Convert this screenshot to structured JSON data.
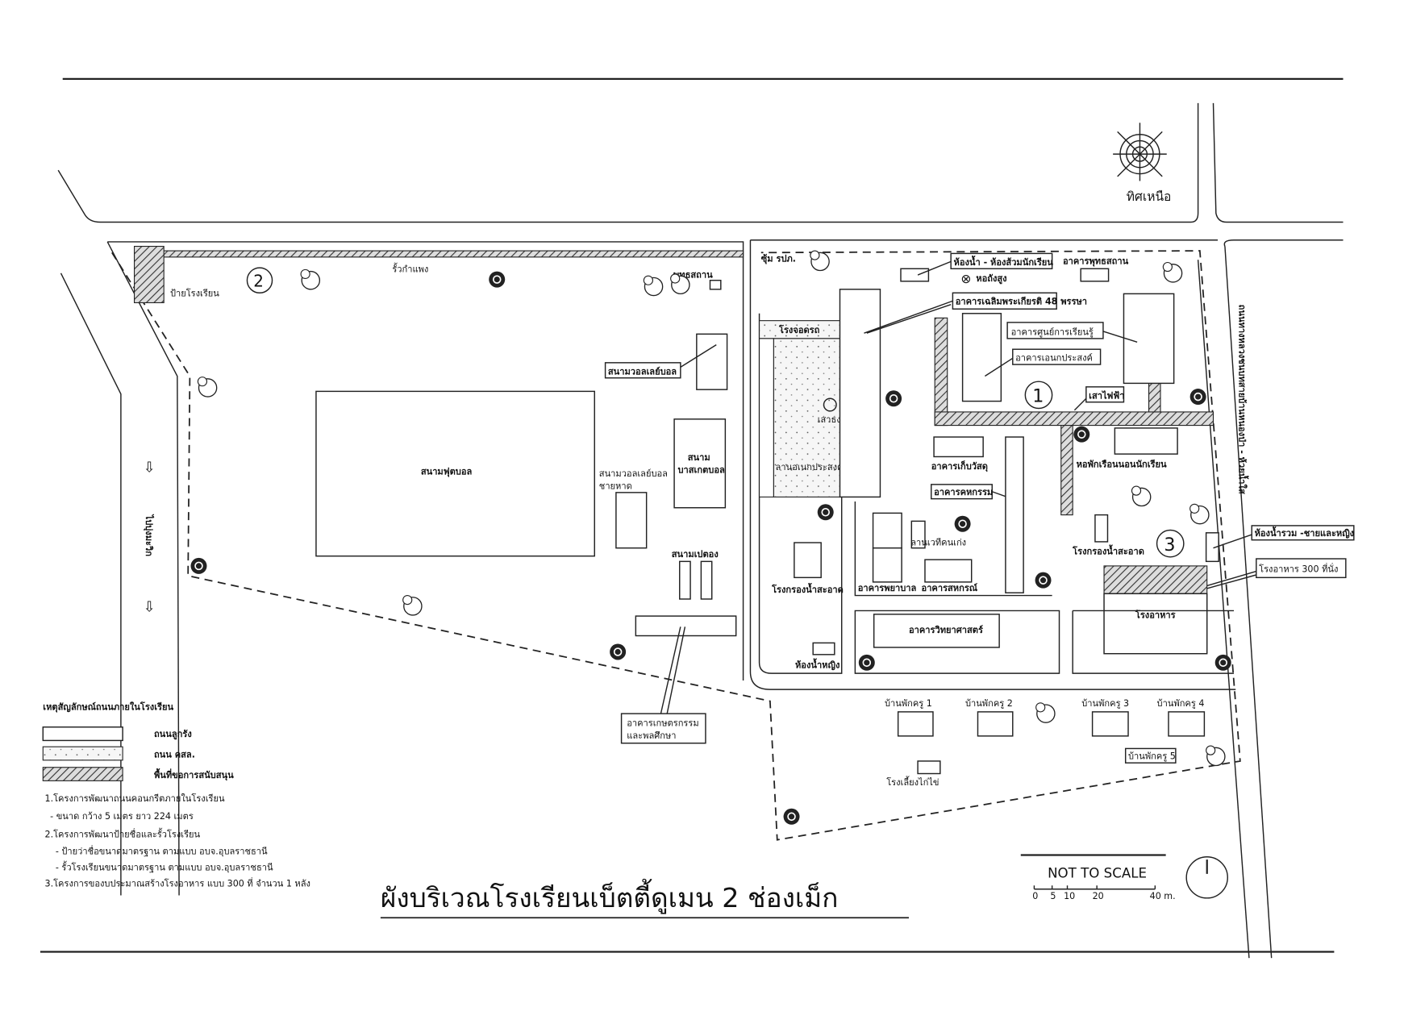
{
  "title": "ผังบริเวณโรงเรียนเบ็ตตี้ดูเมน 2 ช่องเม็ก",
  "compass": {
    "label": "ทิศเหนือ"
  },
  "scale": {
    "note": "NOT TO SCALE",
    "ticks": [
      "0",
      "5",
      "10",
      "20",
      "40 m."
    ]
  },
  "roads": {
    "right_road": "ถนนทางหลวงชนบทสายบ้านหนองป่า - ห้วยน้ำใส",
    "left_road": "ไปบุ่งมะวิก"
  },
  "zones": [
    "1",
    "2",
    "3"
  ],
  "left_campus": {
    "school_sign": "ป้ายโรงเรียน",
    "wall": "รั้วกำแพง",
    "buddha_place": "พุทธสถาน",
    "football": "สนามฟุตบอล",
    "volleyball": "สนามวอลเลย์บอล",
    "basketball_1": "สนาม",
    "basketball_2": "บาสเกตบอล",
    "beach_volleyball_1": "สนามวอลเลย์บอล",
    "beach_volleyball_2": "ชายหาด",
    "petanque": "สนามเปตอง",
    "agri_1": "อาคารเกษตรกรรม",
    "agri_2": "และพลศึกษา"
  },
  "right_campus": {
    "guard": "ซุ้ม รปภ.",
    "toilets_students": "ห้องน้ำ - ห้องส้วมนักเรียน",
    "water_tower": "หอถังสูง",
    "buddha_building": "อาคารพุทธสถาน",
    "chalerm_building": "อาคารเฉลิมพระเกียรติ 48 พรรษา",
    "learning_center": "อาคารศูนย์การเรียนรู้",
    "multipurpose_building": "อาคารเอนกประสงค์",
    "power_pole": "เสาไฟฟ้า",
    "parking": "โรงจอดรถ",
    "flagpole": "เสาธง",
    "multipurpose_yard": "ลานอเนกประสงค์",
    "storage": "อาคารเก็บวัสดุ",
    "home_ec": "อาคารคหกรรม",
    "talent_stage": "ลานเวทีคนเก่ง",
    "nursing": "อาคารพยาบาล",
    "coop": "อาคารสหกรณ์",
    "water_filter_1": "โรงกรองน้ำสะอาด",
    "water_filter_2": "โรงกรองน้ำสะอาด",
    "toilet_female": "ห้องน้ำหญิง",
    "dormitory": "หอพักเรือนนอนนักเรียน",
    "shared_toilets": "ห้องน้ำรวม -ชายและหญิง",
    "canteen_300": "โรงอาหาร 300 ที่นั่ง",
    "canteen": "โรงอาหาร",
    "science": "อาคารวิทยาศาสตร์",
    "houses": [
      "บ้านพักครู 1",
      "บ้านพักครู 2",
      "บ้านพักครู 3",
      "บ้านพักครู 4",
      "บ้านพักครู 5"
    ],
    "chicken_house": "โรงเลี้ยงไก่ไข่"
  },
  "legend": {
    "title": "เหตุสัญลักษณ์ถนนภายในโรงเรียน",
    "items": [
      {
        "label": "ถนนลูกรัง"
      },
      {
        "label": "ถนน คสล."
      },
      {
        "label": "พื้นที่ขอการสนับสนุน"
      }
    ],
    "notes": [
      "1.โครงการพัฒนาถนนคอนกรีตภายในโรงเรียน",
      "- ขนาด กว้าง 5 เมตร ยาว 224 เมตร",
      "2.โครงการพัฒนาป้ายชื่อและรั้วโรงเรียน",
      "- ป้ายว่าชื่อขนาดมาตรฐาน ตามแบบ อบจ.อุบลราชธานี",
      "- รั้วโรงเรียนขนาดมาตรฐาน ตามแบบ อบจ.อุบลราชธานี",
      "3.โครงการของบประมาณสร้างโรงอาหาร แบบ 300 ที่ จำนวน 1 หลัง"
    ]
  }
}
